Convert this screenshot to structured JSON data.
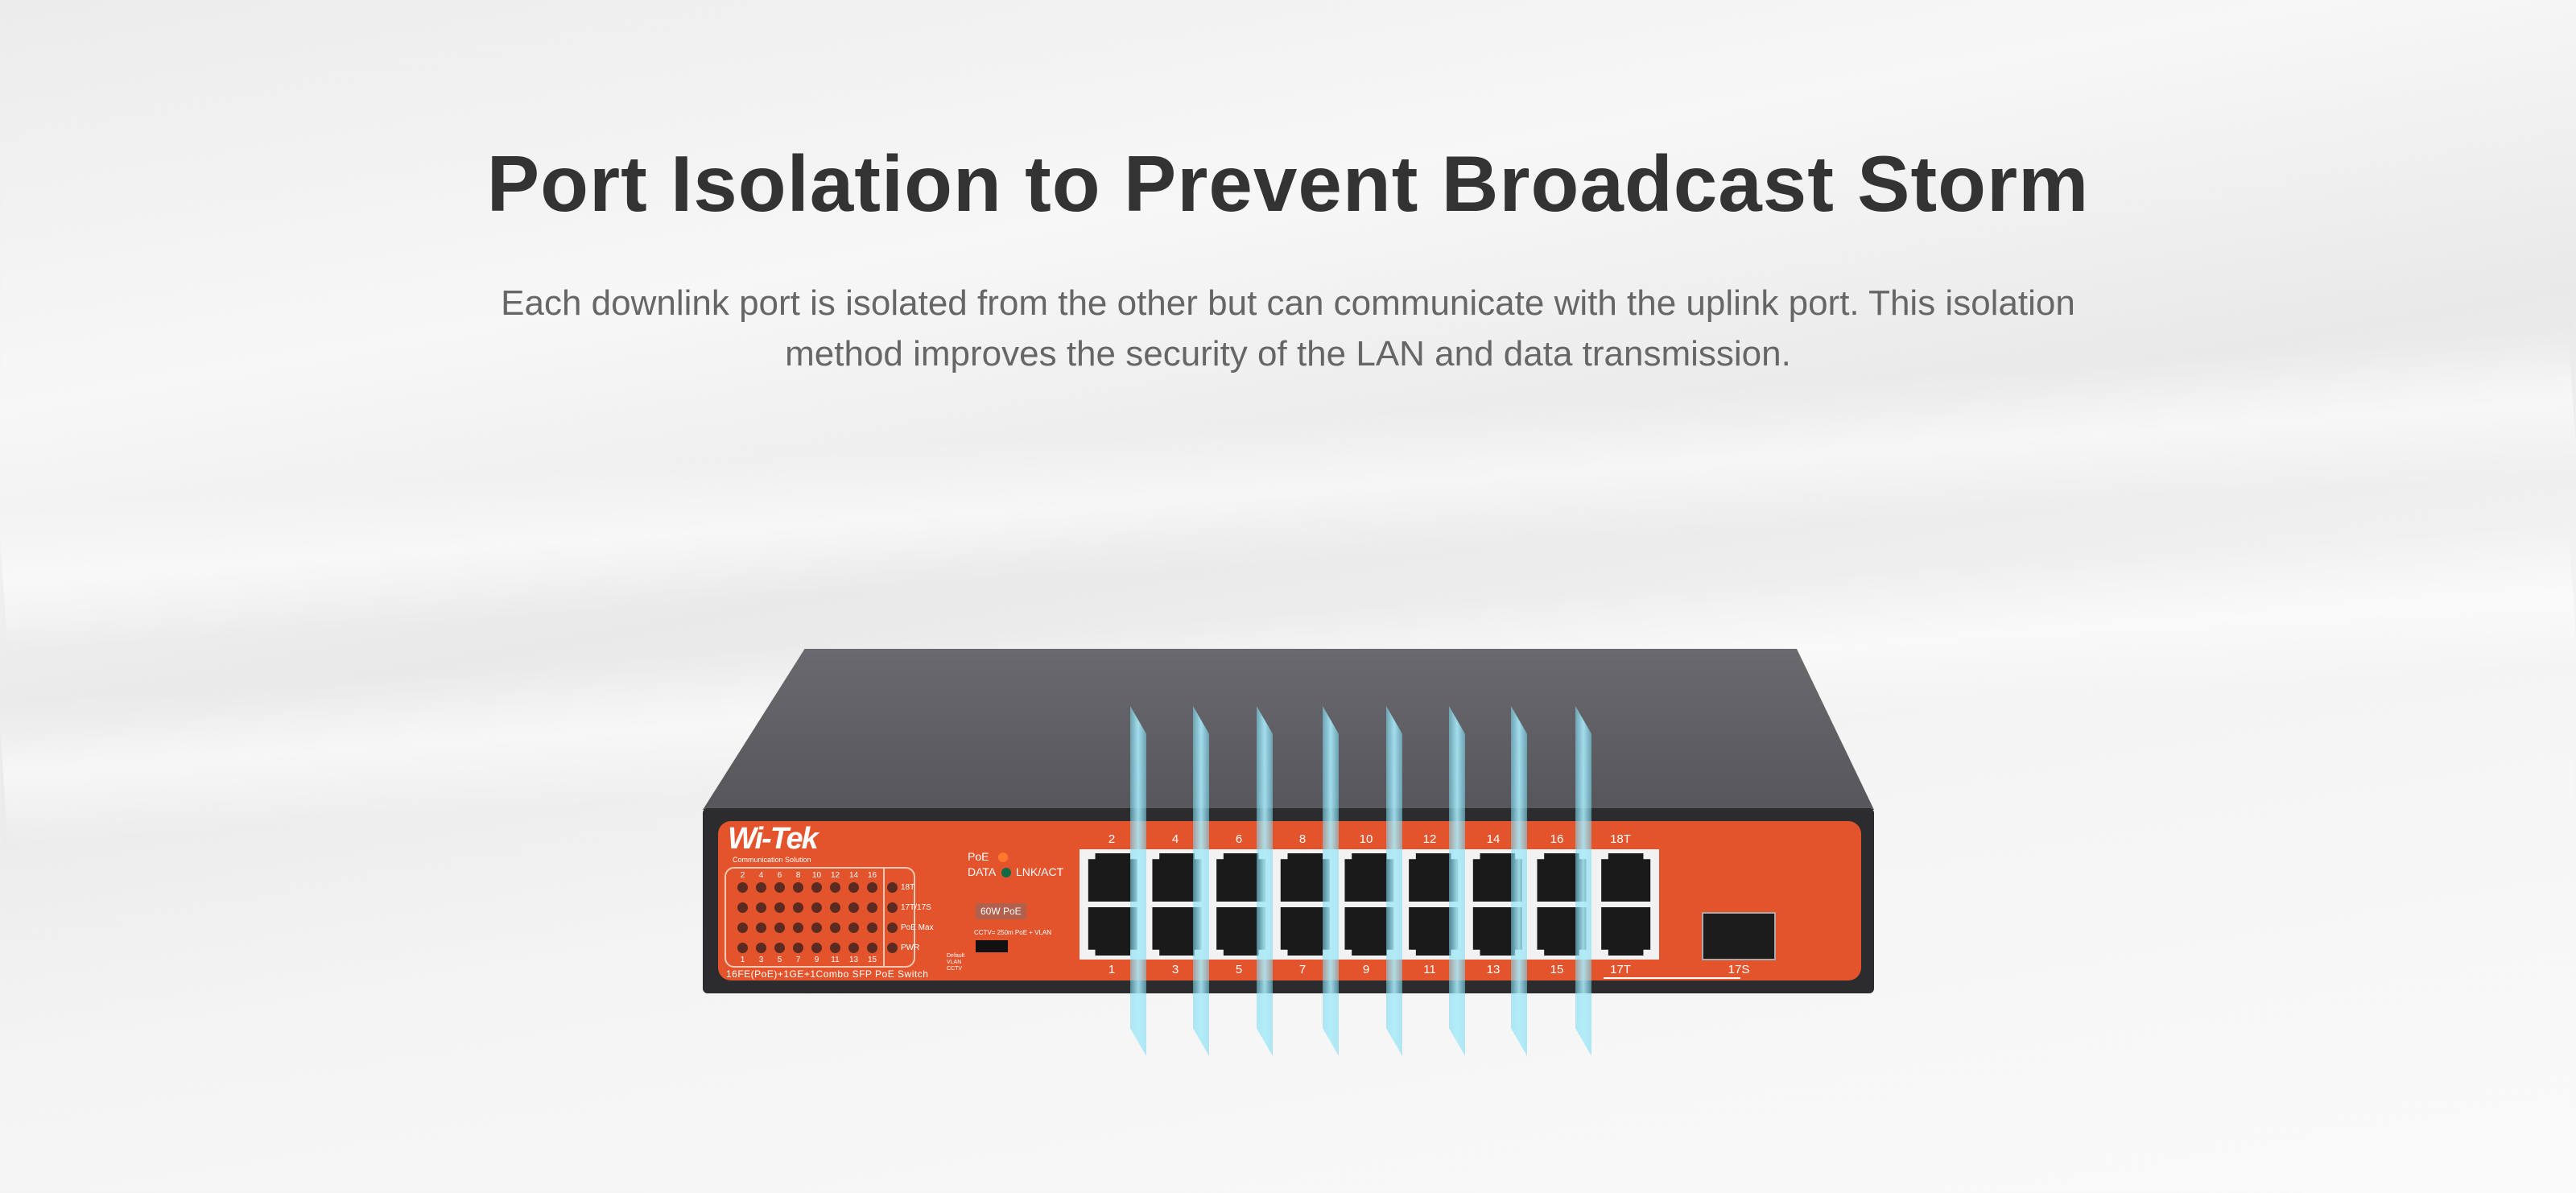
{
  "heading": "Port Isolation to Prevent Broadcast Storm",
  "description_line1": "Each downlink port is isolated from the other but can communicate with the uplink port. This isolation",
  "description_line2": "method improves the security of the LAN and data transmission.",
  "switch": {
    "brand": "Wi-Tek",
    "brand_tagline": "Communication Solution",
    "model": "16FE(PoE)+1GE+1Combo SFP PoE Switch",
    "led_top_numbers": [
      "2",
      "4",
      "6",
      "8",
      "10",
      "12",
      "14",
      "16"
    ],
    "led_bottom_numbers": [
      "1",
      "3",
      "5",
      "7",
      "9",
      "11",
      "13",
      "15"
    ],
    "led_side_labels": [
      "18T",
      "17T/17S",
      "PoE Max",
      "PWR"
    ],
    "legend_poe": "PoE",
    "legend_data": "DATA",
    "legend_lnk": "LNK/ACT",
    "poe_badge": "60W PoE",
    "mode_note": "CCTV= 250m PoE + VLAN",
    "dip_labels": [
      "Default",
      "VLAN",
      "CCTV"
    ],
    "port_top_labels": [
      "2",
      "4",
      "6",
      "8",
      "10",
      "12",
      "14",
      "16",
      "18T"
    ],
    "port_bottom_labels": [
      "1",
      "3",
      "5",
      "7",
      "9",
      "11",
      "13",
      "15",
      "17T"
    ],
    "sfp_label": "17S",
    "colors": {
      "panel": "#e4542c",
      "poe_led": "#ff7a2e",
      "data_led": "#0e6b46"
    }
  }
}
